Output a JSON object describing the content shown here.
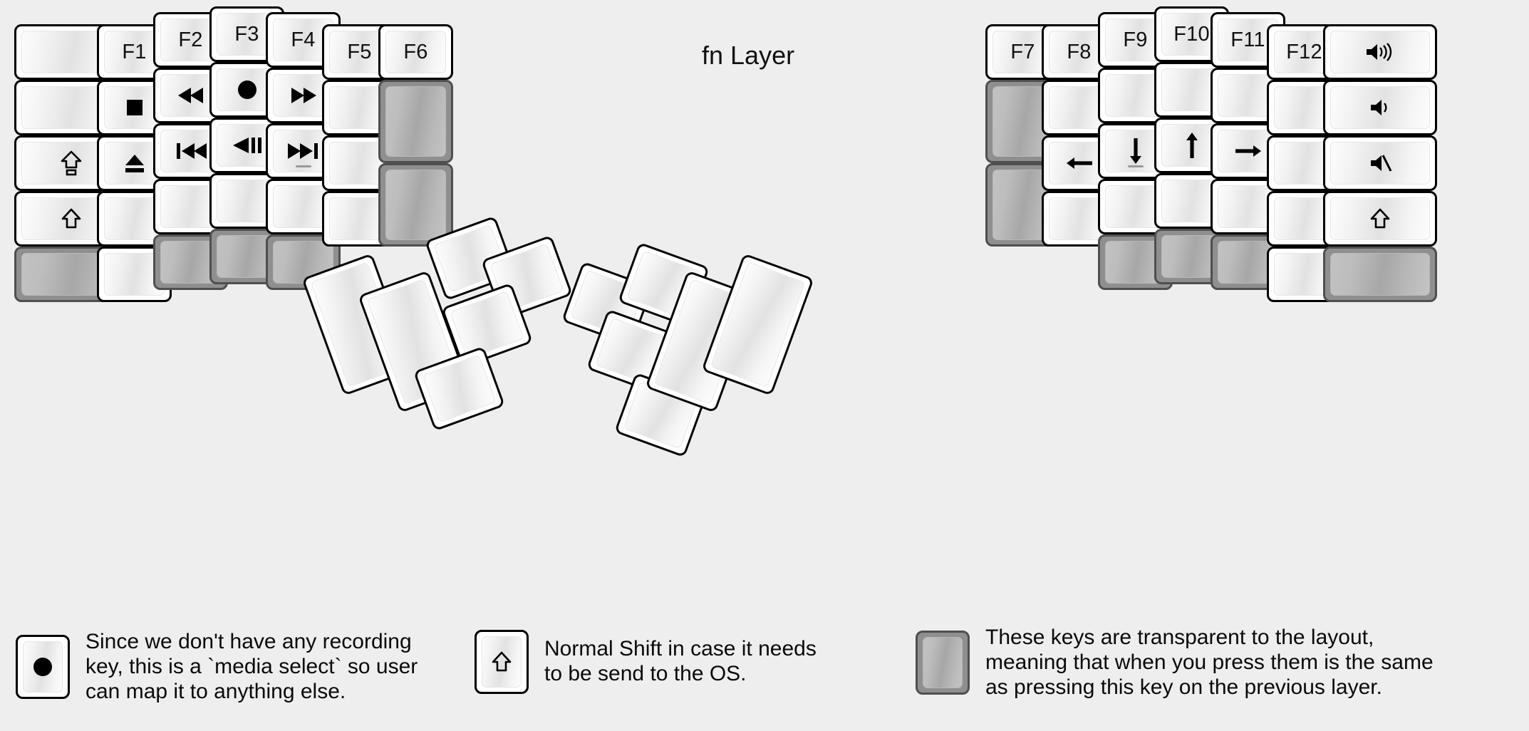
{
  "title": "fn Layer",
  "colors": {
    "background": "#eeeeee",
    "keycap_white": "#ffffff",
    "keycap_transparent": "#8f8f8f",
    "outline": "#000000",
    "text": "#111111"
  },
  "legend": [
    {
      "key_icon": "record-icon",
      "key_type": "white",
      "text": "Since we don't have any recording\nkey, this is a `media select` so user\ncan map it to anything else."
    },
    {
      "key_icon": "shift-arrow-icon",
      "key_type": "white",
      "text": "Normal Shift in case it needs\nto be send to the OS."
    },
    {
      "key_icon": "blank",
      "key_type": "transparent",
      "text": "These keys are transparent to the layout,\nmeaning that when you press them is the same\nas pressing this key on the previous layer."
    }
  ],
  "left_half": {
    "columns": [
      {
        "name": "col-pinky-outer",
        "keys": [
          {
            "label": "",
            "icon": "blank",
            "type": "white"
          },
          {
            "label": "",
            "icon": "blank",
            "type": "white"
          },
          {
            "label": "",
            "icon": "caps-lock-icon",
            "type": "white"
          },
          {
            "label": "",
            "icon": "shift-arrow-icon",
            "type": "white"
          },
          {
            "label": "",
            "icon": "blank",
            "type": "transparent"
          }
        ]
      },
      {
        "name": "col-pinky",
        "keys": [
          {
            "label": "F1",
            "icon": "none",
            "type": "white"
          },
          {
            "label": "",
            "icon": "stop-icon",
            "type": "white"
          },
          {
            "label": "",
            "icon": "eject-icon",
            "type": "white"
          },
          {
            "label": "",
            "icon": "blank",
            "type": "white"
          },
          {
            "label": "",
            "icon": "blank",
            "type": "white"
          }
        ]
      },
      {
        "name": "col-ring",
        "keys": [
          {
            "label": "F2",
            "icon": "none",
            "type": "white"
          },
          {
            "label": "",
            "icon": "rewind-icon",
            "type": "white"
          },
          {
            "label": "",
            "icon": "previous-track-icon",
            "type": "white"
          },
          {
            "label": "",
            "icon": "blank",
            "type": "white"
          },
          {
            "label": "",
            "icon": "blank",
            "type": "transparent"
          }
        ]
      },
      {
        "name": "col-middle",
        "keys": [
          {
            "label": "F3",
            "icon": "none",
            "type": "white"
          },
          {
            "label": "",
            "icon": "record-icon",
            "type": "white"
          },
          {
            "label": "",
            "icon": "play-pause-icon",
            "type": "white"
          },
          {
            "label": "",
            "icon": "blank",
            "type": "white"
          },
          {
            "label": "",
            "icon": "blank",
            "type": "transparent"
          }
        ]
      },
      {
        "name": "col-index",
        "keys": [
          {
            "label": "F4",
            "icon": "none",
            "type": "white"
          },
          {
            "label": "",
            "icon": "fast-forward-icon",
            "type": "white"
          },
          {
            "label": "",
            "icon": "next-track-icon",
            "type": "white",
            "homing": true
          },
          {
            "label": "",
            "icon": "blank",
            "type": "white"
          },
          {
            "label": "",
            "icon": "blank",
            "type": "transparent"
          }
        ]
      },
      {
        "name": "col-index-inner",
        "keys": [
          {
            "label": "F5",
            "icon": "none",
            "type": "white"
          },
          {
            "label": "",
            "icon": "blank",
            "type": "white"
          },
          {
            "label": "",
            "icon": "blank",
            "type": "white"
          },
          {
            "label": "",
            "icon": "blank",
            "type": "white"
          }
        ]
      },
      {
        "name": "col-inner",
        "keys": [
          {
            "label": "F6",
            "icon": "none",
            "type": "white"
          },
          {
            "label": "",
            "icon": "blank",
            "type": "transparent"
          },
          {
            "label": "",
            "icon": "blank",
            "type": "transparent"
          }
        ]
      }
    ],
    "thumb_cluster": [
      {
        "name": "thumb-2u-outer",
        "icon": "blank",
        "type": "white"
      },
      {
        "name": "thumb-2u-inner",
        "icon": "blank",
        "type": "white"
      },
      {
        "name": "thumb-1u-top",
        "icon": "blank",
        "type": "white"
      },
      {
        "name": "thumb-1u-top-right",
        "icon": "blank",
        "type": "white"
      },
      {
        "name": "thumb-1u-mid-right",
        "icon": "blank",
        "type": "white"
      },
      {
        "name": "thumb-1u-bottom",
        "icon": "blank",
        "type": "white"
      }
    ]
  },
  "right_half": {
    "columns": [
      {
        "name": "col-inner",
        "keys": [
          {
            "label": "F7",
            "icon": "none",
            "type": "white"
          },
          {
            "label": "",
            "icon": "blank",
            "type": "transparent"
          },
          {
            "label": "",
            "icon": "blank",
            "type": "transparent"
          }
        ]
      },
      {
        "name": "col-index-inner",
        "keys": [
          {
            "label": "F8",
            "icon": "none",
            "type": "white"
          },
          {
            "label": "",
            "icon": "blank",
            "type": "white"
          },
          {
            "label": "",
            "icon": "arrow-left-icon",
            "type": "white"
          },
          {
            "label": "",
            "icon": "blank",
            "type": "white"
          }
        ]
      },
      {
        "name": "col-index",
        "keys": [
          {
            "label": "F9",
            "icon": "none",
            "type": "white"
          },
          {
            "label": "",
            "icon": "blank",
            "type": "white"
          },
          {
            "label": "",
            "icon": "arrow-down-icon",
            "type": "white",
            "homing": true
          },
          {
            "label": "",
            "icon": "blank",
            "type": "white"
          },
          {
            "label": "",
            "icon": "blank",
            "type": "transparent"
          }
        ]
      },
      {
        "name": "col-middle",
        "keys": [
          {
            "label": "F10",
            "icon": "none",
            "type": "white"
          },
          {
            "label": "",
            "icon": "blank",
            "type": "white"
          },
          {
            "label": "",
            "icon": "arrow-up-icon",
            "type": "white"
          },
          {
            "label": "",
            "icon": "blank",
            "type": "white"
          },
          {
            "label": "",
            "icon": "blank",
            "type": "transparent"
          }
        ]
      },
      {
        "name": "col-ring",
        "keys": [
          {
            "label": "F11",
            "icon": "none",
            "type": "white"
          },
          {
            "label": "",
            "icon": "blank",
            "type": "white"
          },
          {
            "label": "",
            "icon": "arrow-right-icon",
            "type": "white"
          },
          {
            "label": "",
            "icon": "blank",
            "type": "white"
          },
          {
            "label": "",
            "icon": "blank",
            "type": "transparent"
          }
        ]
      },
      {
        "name": "col-pinky",
        "keys": [
          {
            "label": "F12",
            "icon": "none",
            "type": "white"
          },
          {
            "label": "",
            "icon": "blank",
            "type": "white"
          },
          {
            "label": "",
            "icon": "blank",
            "type": "white"
          },
          {
            "label": "",
            "icon": "blank",
            "type": "white"
          },
          {
            "label": "",
            "icon": "blank",
            "type": "white"
          }
        ]
      },
      {
        "name": "col-pinky-outer",
        "keys": [
          {
            "label": "",
            "icon": "volume-up-icon",
            "type": "white"
          },
          {
            "label": "",
            "icon": "volume-down-icon",
            "type": "white"
          },
          {
            "label": "",
            "icon": "volume-mute-icon",
            "type": "white"
          },
          {
            "label": "",
            "icon": "shift-arrow-icon",
            "type": "white"
          },
          {
            "label": "",
            "icon": "blank",
            "type": "transparent"
          }
        ]
      }
    ],
    "thumb_cluster": [
      {
        "name": "thumb-1u-top-left",
        "icon": "blank",
        "type": "white"
      },
      {
        "name": "thumb-1u-top",
        "icon": "blank",
        "type": "white"
      },
      {
        "name": "thumb-1u-mid-left",
        "icon": "blank",
        "type": "white"
      },
      {
        "name": "thumb-1u-bottom",
        "icon": "blank",
        "type": "white"
      },
      {
        "name": "thumb-2u-inner",
        "icon": "blank",
        "type": "white"
      },
      {
        "name": "thumb-2u-outer",
        "icon": "blank",
        "type": "white"
      }
    ]
  }
}
